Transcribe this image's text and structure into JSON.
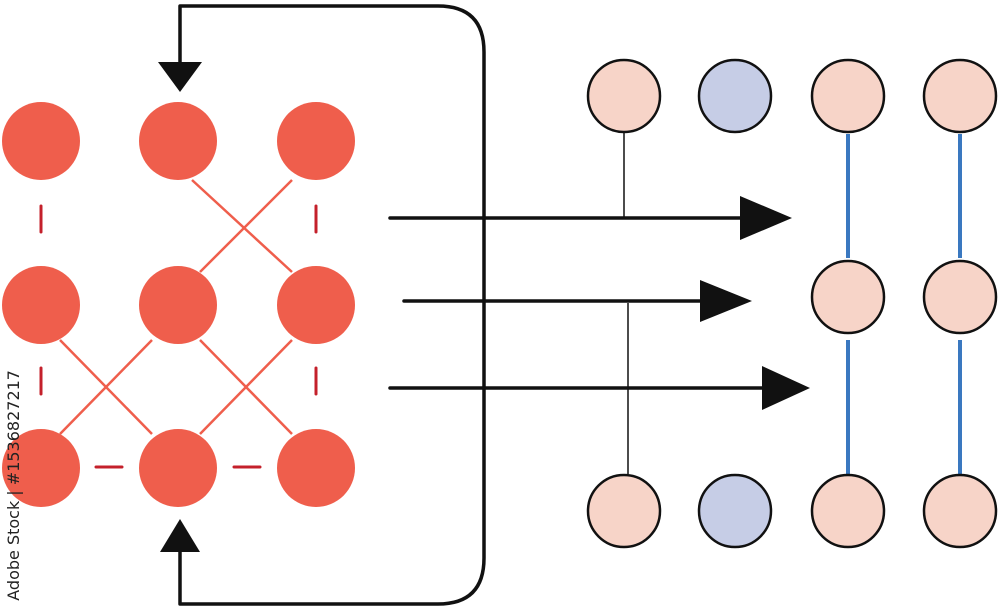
{
  "watermark": {
    "stock_id": "Adobe Stock | #1536827217"
  },
  "colors": {
    "grid_node": "#ef5e4c",
    "grid_link": "#ef5e4c",
    "grid_dash": "#c4202b",
    "pink_node": "#f7d4c8",
    "blue_node": "#c6cde6",
    "node_stroke": "#111111",
    "chain_link": "#3a78c0",
    "arrow": "#111111"
  },
  "icons": {
    "loop_arrows": "feedback-loop-arrows",
    "mapping_arrows": "right-arrow"
  }
}
